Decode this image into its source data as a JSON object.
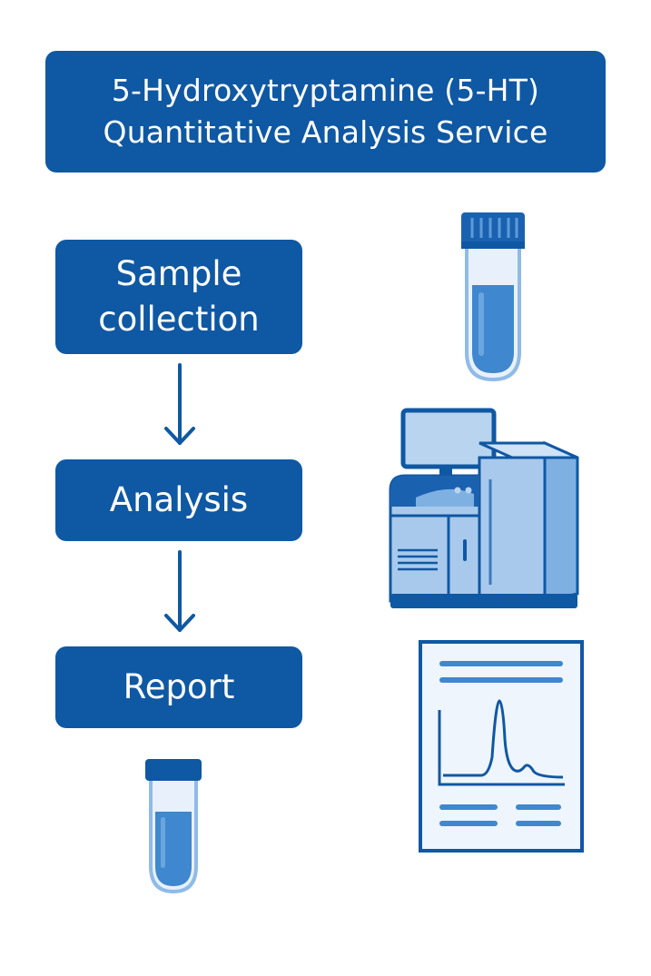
{
  "title": {
    "line1": "5-Hydroxytryptamine (5-HT)",
    "line2": "Quantitative Analysis Service"
  },
  "steps": [
    {
      "line1": "Sample",
      "line2": "collection"
    },
    {
      "label": "Analysis"
    },
    {
      "label": "Report"
    }
  ],
  "colors": {
    "primary": "#0f58a3",
    "light_blue": "#b9d4ef",
    "mid_blue": "#5a9ad6",
    "pale_blue": "#e8f1fb"
  },
  "icons": [
    "sample-tube-icon",
    "analyzer-instrument-icon",
    "report-chromatogram-icon",
    "result-tube-icon",
    "arrow-down-icon"
  ]
}
